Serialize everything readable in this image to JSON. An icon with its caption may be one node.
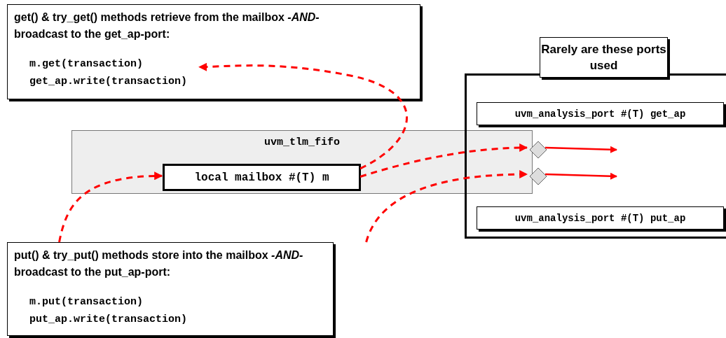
{
  "diagram": {
    "nodes": [
      {
        "text": [
          "get() & try_get() methods retrieve from the mailbox *-AND-* broadcast to the get_ap-port:",
          "m.get(transaction)",
          "get_ap.write(transaction)"
        ]
      },
      {
        "text": [
          "uvm_tlm_fifo"
        ]
      },
      {
        "text": [
          "local mailbox #(T) m"
        ],
        "in": 1
      },
      {
        "text": [
          "Rarely are these ports used"
        ]
      },
      {
        "text": [
          "uvm_analysis_port #(T) get_ap"
        ],
        "in": 3
      },
      {
        "text": [
          "uvm_analysis_port #(T) put_ap"
        ],
        "in": 3
      },
      {
        "text": [],
        "shape": "diamond",
        "in": 3
      },
      {
        "text": [],
        "shape": "diamond",
        "in": 3
      },
      {
        "text": [
          "put() & try_put() methods store into the mailbox *-AND-* broadcast to the put_ap-port:",
          "m.put(transaction)",
          "put_ap.write(transaction)"
        ]
      }
    ],
    "edges": [
      {
        "from": 2,
        "to": 0,
        "arrow": "to",
        "style": "dashed"
      },
      {
        "from": 2,
        "to": 6,
        "arrow": "to",
        "style": "dashed"
      },
      {
        "from": 8,
        "to": 2,
        "arrow": "to",
        "style": "dashed"
      },
      {
        "from": 8,
        "to": 7,
        "arrow": "to",
        "style": "dashed"
      },
      {
        "from": 6,
        "to": null,
        "arrow": "to"
      },
      {
        "from": 7,
        "to": null,
        "arrow": "to"
      }
    ]
  }
}
